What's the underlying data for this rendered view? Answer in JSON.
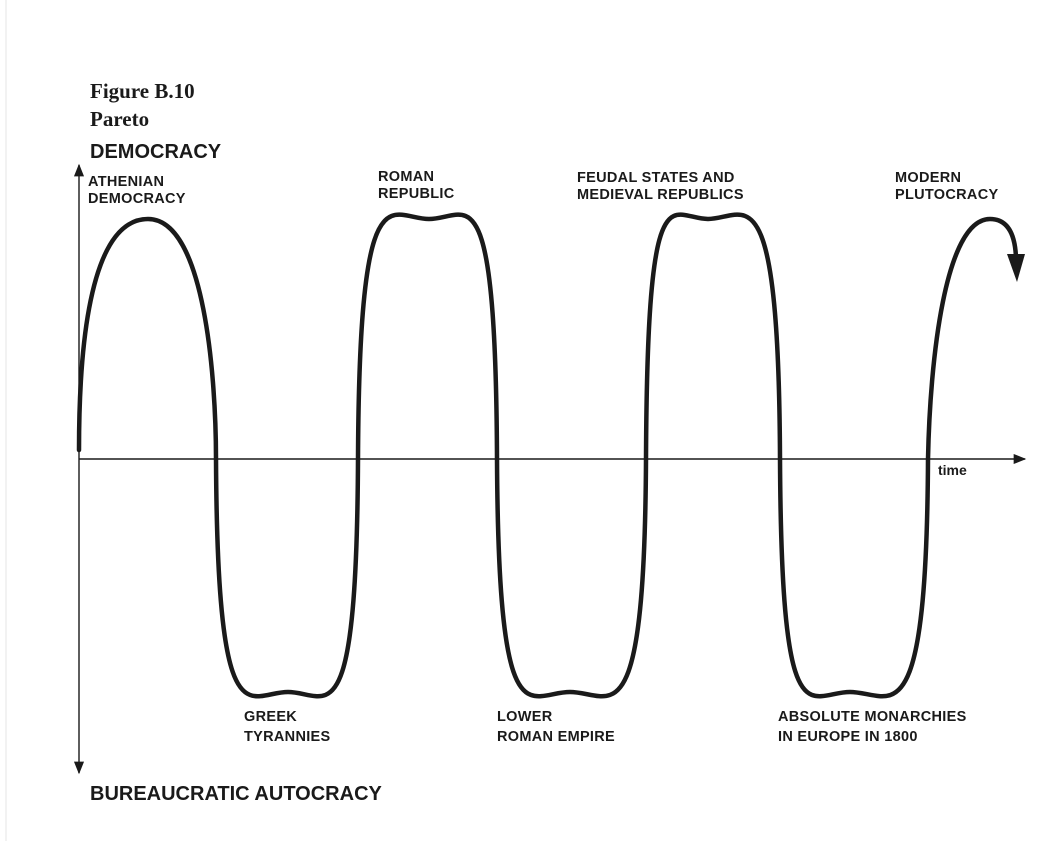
{
  "figure": {
    "number": "Figure B.10",
    "author": "Pareto"
  },
  "axes": {
    "top_pole": "DEMOCRACY",
    "bottom_pole": "BUREAUCRATIC AUTOCRACY",
    "x_label": "time"
  },
  "phases": {
    "peaks": [
      {
        "lines": [
          "ATHENIAN",
          "DEMOCRACY"
        ]
      },
      {
        "lines": [
          "ROMAN",
          "REPUBLIC"
        ]
      },
      {
        "lines": [
          "FEUDAL STATES AND",
          "MEDIEVAL REPUBLICS"
        ]
      },
      {
        "lines": [
          "MODERN",
          "PLUTOCRACY"
        ]
      }
    ],
    "troughs": [
      {
        "lines": [
          "GREEK",
          "TYRANNIES"
        ]
      },
      {
        "lines": [
          "LOWER",
          "ROMAN EMPIRE"
        ]
      },
      {
        "lines": [
          "ABSOLUTE MONARCHIES",
          "IN EUROPE IN 1800"
        ]
      }
    ]
  },
  "colors": {
    "ink": "#1a1a1a",
    "background": "#ffffff"
  }
}
